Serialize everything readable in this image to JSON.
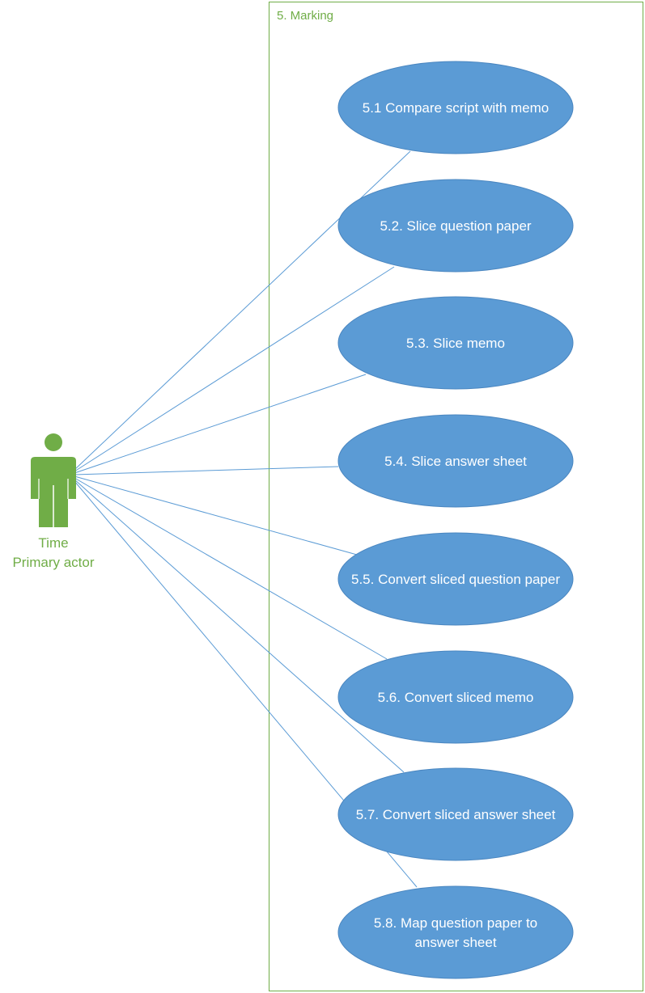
{
  "system": {
    "label": "5. Marking"
  },
  "actor": {
    "name": "Time",
    "role": "Primary actor",
    "icon": "person-icon"
  },
  "use_cases": [
    {
      "lines": [
        "5.1 Compare script with memo"
      ]
    },
    {
      "lines": [
        "5.2. Slice question paper"
      ]
    },
    {
      "lines": [
        "5.3. Slice memo"
      ]
    },
    {
      "lines": [
        "5.4. Slice answer sheet"
      ]
    },
    {
      "lines": [
        "5.5. Convert sliced question paper"
      ]
    },
    {
      "lines": [
        "5.6. Convert sliced memo"
      ]
    },
    {
      "lines": [
        "5.7. Convert sliced answer sheet"
      ]
    },
    {
      "lines": [
        "5.8. Map question paper to",
        "answer sheet"
      ]
    }
  ],
  "colors": {
    "use_case_fill": "#5b9bd5",
    "use_case_border": "#4a86c0",
    "actor": "#70ad47",
    "boundary": "#70ad47",
    "connector": "#5b9bd5"
  }
}
